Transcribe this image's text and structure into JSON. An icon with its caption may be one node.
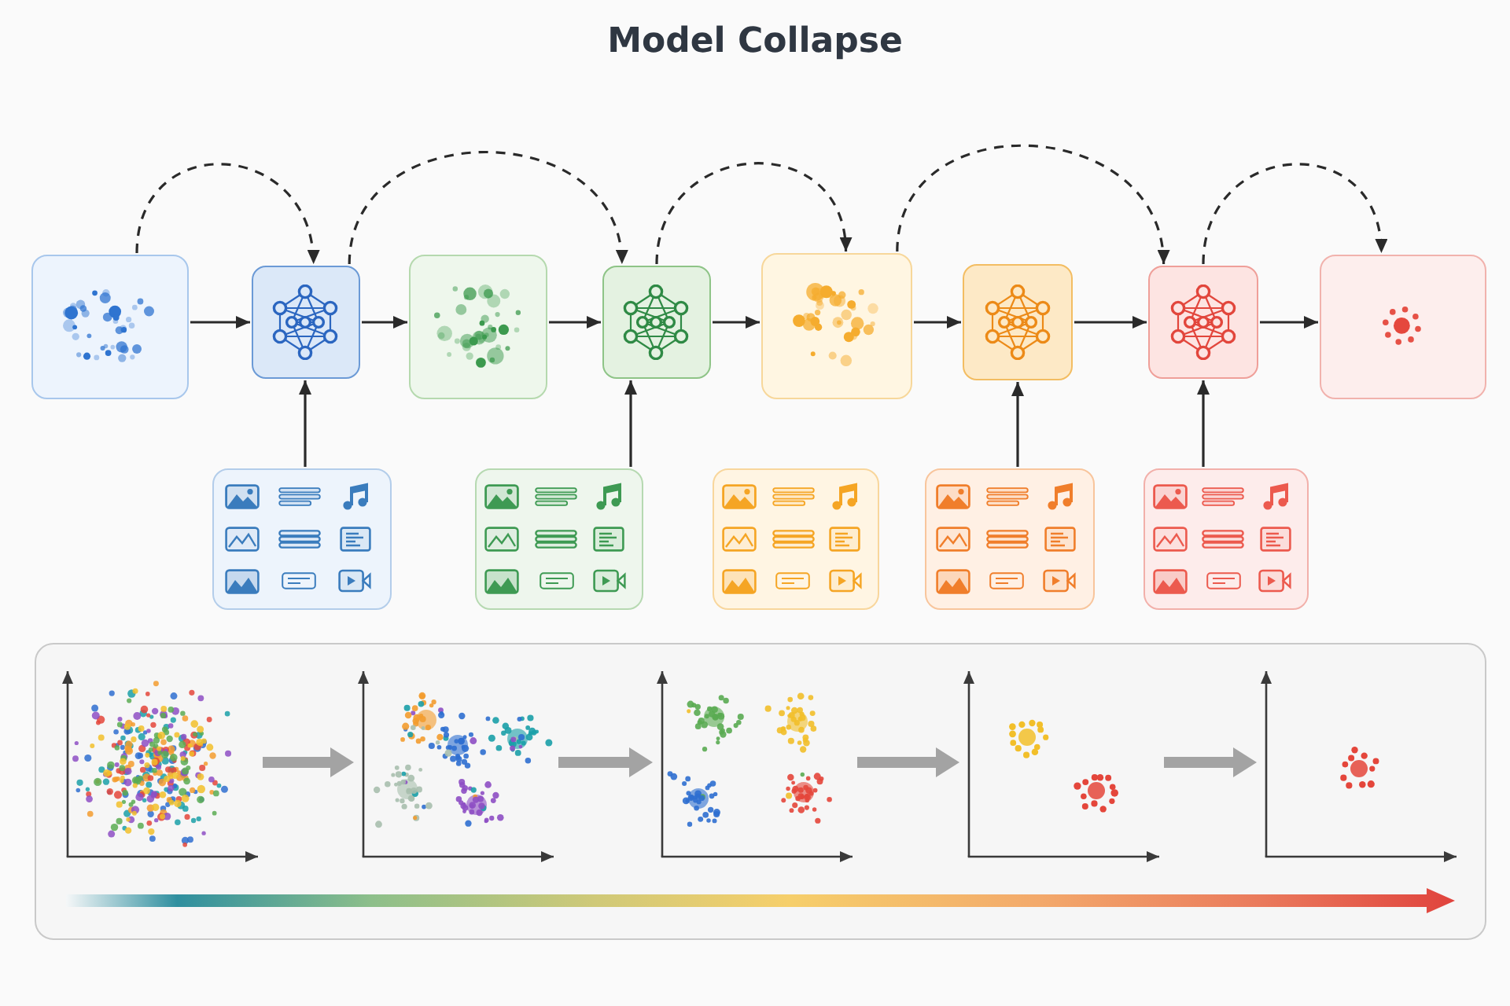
{
  "diagram": {
    "title": "Model Collapse",
    "nodes": [
      {
        "text": [],
        "shape": "picture"
      },
      {
        "text": [],
        "shape": "picture"
      },
      {
        "text": [],
        "shape": "picture"
      },
      {
        "text": [],
        "shape": "picture"
      },
      {
        "text": [],
        "shape": "picture"
      },
      {
        "text": [],
        "shape": "picture"
      },
      {
        "text": [],
        "shape": "picture"
      },
      {
        "text": [],
        "shape": "picture"
      },
      {
        "text": [],
        "shape": "picture"
      },
      {
        "text": [],
        "shape": "picture"
      },
      {
        "text": [],
        "shape": "picture"
      },
      {
        "text": [],
        "shape": "picture"
      },
      {
        "text": [],
        "shape": "picture"
      },
      {
        "text": [],
        "shape": "box"
      },
      {
        "text": [],
        "shape": "picture",
        "in": 13
      },
      {
        "text": [],
        "shape": "picture",
        "in": 13
      },
      {
        "text": [],
        "shape": "picture",
        "in": 13
      },
      {
        "text": [],
        "shape": "picture",
        "in": 13
      },
      {
        "text": [],
        "shape": "picture",
        "in": 13
      }
    ],
    "edges": [
      {
        "from": 0,
        "to": 1,
        "arrow": "to"
      },
      {
        "from": 1,
        "to": 2,
        "arrow": "to"
      },
      {
        "from": 2,
        "to": 3,
        "arrow": "to"
      },
      {
        "from": 3,
        "to": 4,
        "arrow": "to"
      },
      {
        "from": 4,
        "to": 5,
        "arrow": "to"
      },
      {
        "from": 5,
        "to": 6,
        "arrow": "to"
      },
      {
        "from": 6,
        "to": 7,
        "arrow": "to"
      },
      {
        "from": 8,
        "to": 1,
        "arrow": "to"
      },
      {
        "from": 9,
        "to": 3,
        "arrow": "to"
      },
      {
        "from": 11,
        "to": 5,
        "arrow": "to"
      },
      {
        "from": 12,
        "to": 6,
        "arrow": "to"
      },
      {
        "from": 0,
        "to": 1,
        "arrow": "to",
        "style": "dashed"
      },
      {
        "from": 1,
        "to": 3,
        "arrow": "to",
        "style": "dashed"
      },
      {
        "from": 3,
        "to": 4,
        "arrow": "to",
        "style": "dashed"
      },
      {
        "from": 4,
        "to": 6,
        "arrow": "to",
        "style": "dashed"
      },
      {
        "from": 6,
        "to": 7,
        "arrow": "to",
        "style": "dashed"
      },
      {
        "from": 14,
        "to": 15,
        "arrow": "to",
        "style": "thick",
        "color": "#a3a3a3"
      },
      {
        "from": 15,
        "to": 16,
        "arrow": "to",
        "style": "thick",
        "color": "#a3a3a3"
      },
      {
        "from": 16,
        "to": 17,
        "arrow": "to",
        "style": "thick",
        "color": "#a3a3a3"
      },
      {
        "from": 17,
        "to": 18,
        "arrow": "to",
        "style": "thick",
        "color": "#a3a3a3"
      }
    ]
  }
}
